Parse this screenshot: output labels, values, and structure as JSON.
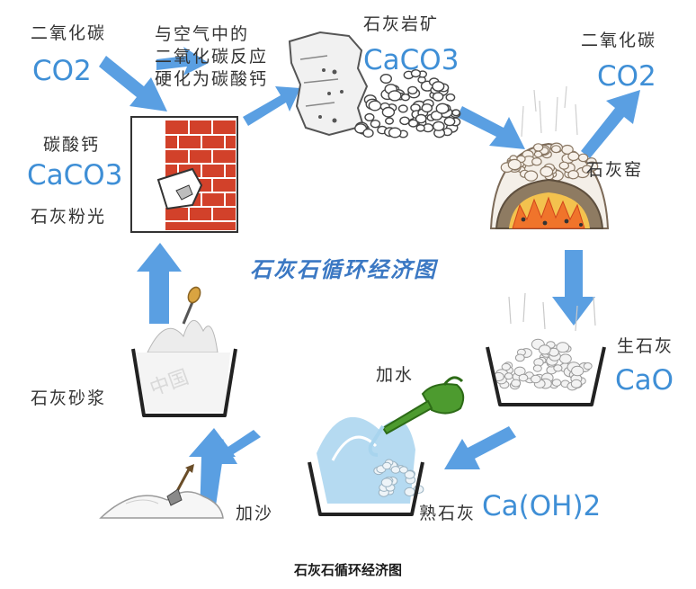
{
  "colors": {
    "arrow": "#5a9fe2",
    "chem_text": "#3f8fd6",
    "title_text": "#3b78c3",
    "brick": "#d2412a",
    "fire": "#f0742b",
    "water": "#a8d4ee",
    "watering_can": "#4d9b2f"
  },
  "icons": {
    "brick_wall": "brick-wall-icon",
    "rock_pile": "rock-pile-icon",
    "kiln": "lime-kiln-icon",
    "basin": "basin-icon",
    "watering_can": "watering-can-icon",
    "shovel": "shovel-icon",
    "sand": "sand-pile-icon"
  },
  "diagram": {
    "title": "石灰石循环经济图",
    "caption": "石灰石循环经济图",
    "co2_in": {
      "label": "二氧化碳",
      "formula": "CO2"
    },
    "hardening_note": "与空气中的\n二氧化碳反应\n硬化为碳酸钙",
    "ore": {
      "label": "石灰岩矿",
      "formula": "CaCO3"
    },
    "co2_out": {
      "label": "二氧化碳",
      "formula": "CO2"
    },
    "kiln": {
      "label": "石灰窑"
    },
    "quicklime": {
      "label": "生石灰",
      "formula": "CaO"
    },
    "add_water": {
      "label": "加水"
    },
    "slaked_lime": {
      "label": "熟石灰",
      "formula": "Ca(OH)2"
    },
    "add_sand": {
      "label": "加沙"
    },
    "mortar": {
      "label": "石灰砂浆"
    },
    "plaster": {
      "label": "石灰粉光"
    },
    "wall_carbonate": {
      "label": "碳酸钙",
      "formula": "CaCO3"
    }
  }
}
